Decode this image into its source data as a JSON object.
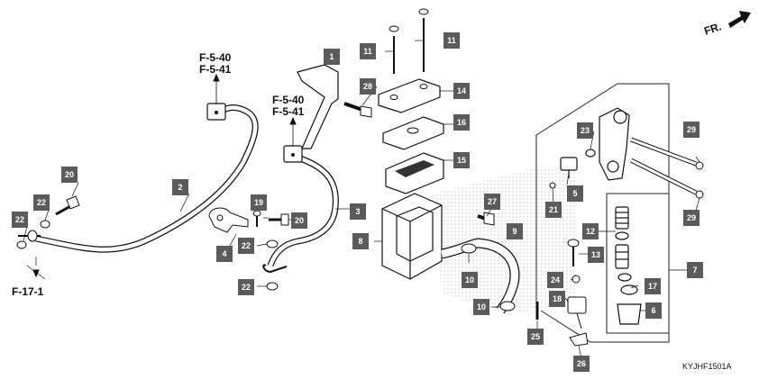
{
  "diagram": {
    "figure_code": "KYJHF1501A",
    "direction_label": "FR.",
    "references": [
      {
        "id": "ref-f540-a",
        "line1": "F-5-40",
        "line2": "F-5-41"
      },
      {
        "id": "ref-f540-b",
        "line1": "F-5-40",
        "line2": "F-5-41"
      },
      {
        "id": "ref-f171",
        "line1": "F-17-1",
        "line2": ""
      }
    ],
    "callouts": [
      "1",
      "2",
      "3",
      "4",
      "5",
      "6",
      "7",
      "8",
      "9",
      "10",
      "10",
      "11",
      "11",
      "12",
      "13",
      "14",
      "15",
      "16",
      "17",
      "18",
      "19",
      "20",
      "20",
      "21",
      "22",
      "22",
      "22",
      "22",
      "23",
      "24",
      "25",
      "26",
      "27",
      "28",
      "29",
      "29"
    ]
  }
}
